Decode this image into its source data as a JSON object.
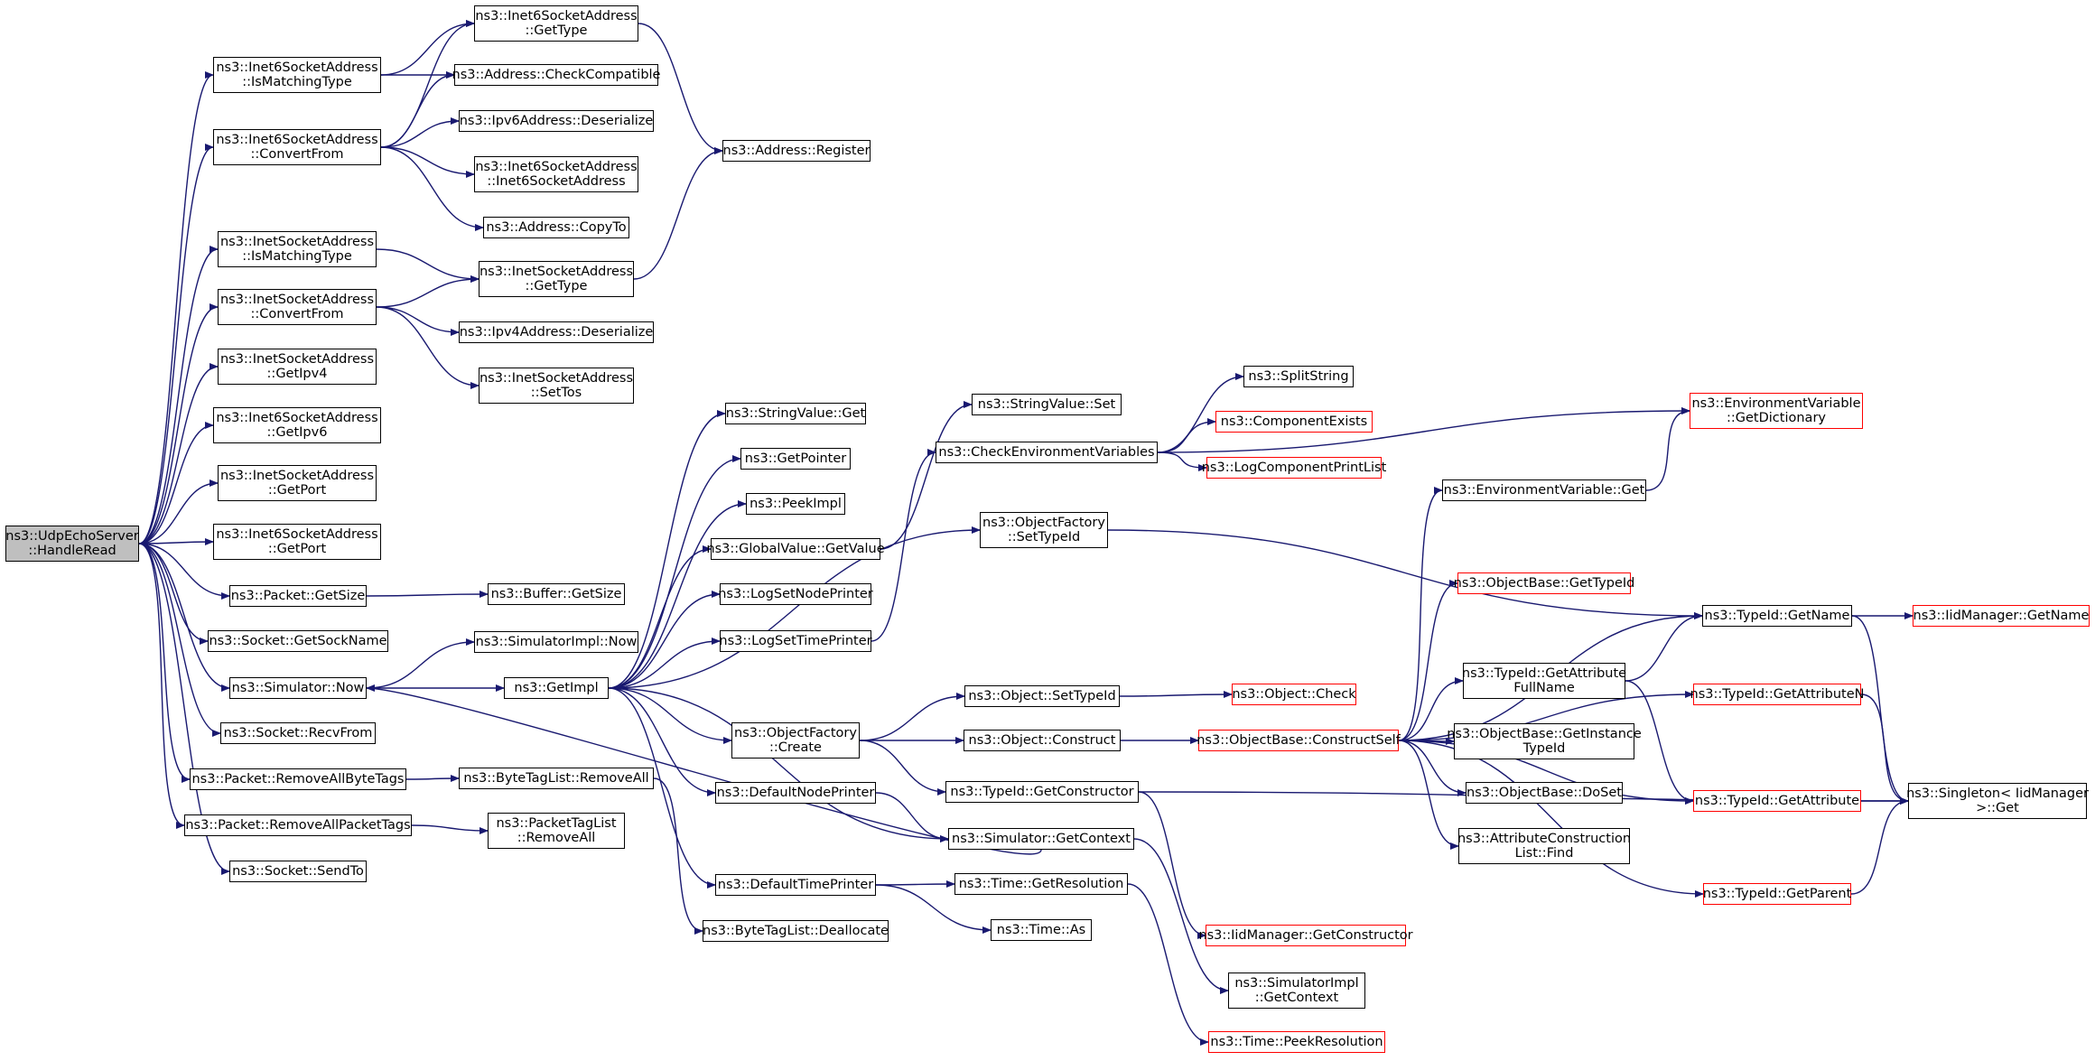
{
  "graph": {
    "colors": {
      "edge": "#191970",
      "box_border": "#000000",
      "missing_border": "#ff0000",
      "root_fill": "#bfbfbf"
    },
    "nodes": [
      {
        "id": "root",
        "lines": [
          "ns3::UdpEchoServer",
          "::HandleRead"
        ],
        "style": "root"
      },
      {
        "id": "i6_ismatch",
        "lines": [
          "ns3::Inet6SocketAddress",
          "::IsMatchingType"
        ]
      },
      {
        "id": "i6_convert",
        "lines": [
          "ns3::Inet6SocketAddress",
          "::ConvertFrom"
        ]
      },
      {
        "id": "i4_ismatch",
        "lines": [
          "ns3::InetSocketAddress",
          "::IsMatchingType"
        ]
      },
      {
        "id": "i4_convert",
        "lines": [
          "ns3::InetSocketAddress",
          "::ConvertFrom"
        ]
      },
      {
        "id": "i4_getipv4",
        "lines": [
          "ns3::InetSocketAddress",
          "::GetIpv4"
        ]
      },
      {
        "id": "i6_getipv6",
        "lines": [
          "ns3::Inet6SocketAddress",
          "::GetIpv6"
        ]
      },
      {
        "id": "i4_getport",
        "lines": [
          "ns3::InetSocketAddress",
          "::GetPort"
        ]
      },
      {
        "id": "i6_getport",
        "lines": [
          "ns3::Inet6SocketAddress",
          "::GetPort"
        ]
      },
      {
        "id": "pkt_getsize",
        "lines": [
          "ns3::Packet::GetSize"
        ]
      },
      {
        "id": "sock_getsockname",
        "lines": [
          "ns3::Socket::GetSockName"
        ]
      },
      {
        "id": "sim_now",
        "lines": [
          "ns3::Simulator::Now"
        ]
      },
      {
        "id": "sock_recvfrom",
        "lines": [
          "ns3::Socket::RecvFrom"
        ]
      },
      {
        "id": "pkt_rmbytetags",
        "lines": [
          "ns3::Packet::RemoveAllByteTags"
        ]
      },
      {
        "id": "pkt_rmpackettags",
        "lines": [
          "ns3::Packet::RemoveAllPacketTags"
        ]
      },
      {
        "id": "sock_sendto",
        "lines": [
          "ns3::Socket::SendTo"
        ]
      },
      {
        "id": "i6_gettype",
        "lines": [
          "ns3::Inet6SocketAddress",
          "::GetType"
        ]
      },
      {
        "id": "addr_checkcompat",
        "lines": [
          "ns3::Address::CheckCompatible"
        ]
      },
      {
        "id": "ipv6_deser",
        "lines": [
          "ns3::Ipv6Address::Deserialize"
        ]
      },
      {
        "id": "i6_ctor",
        "lines": [
          "ns3::Inet6SocketAddress",
          "::Inet6SocketAddress"
        ]
      },
      {
        "id": "addr_copyto",
        "lines": [
          "ns3::Address::CopyTo"
        ]
      },
      {
        "id": "i4_gettype",
        "lines": [
          "ns3::InetSocketAddress",
          "::GetType"
        ]
      },
      {
        "id": "ipv4_deser",
        "lines": [
          "ns3::Ipv4Address::Deserialize"
        ]
      },
      {
        "id": "i4_settos",
        "lines": [
          "ns3::InetSocketAddress",
          "::SetTos"
        ]
      },
      {
        "id": "addr_register",
        "lines": [
          "ns3::Address::Register"
        ]
      },
      {
        "id": "buf_getsize",
        "lines": [
          "ns3::Buffer::GetSize"
        ]
      },
      {
        "id": "simimpl_now",
        "lines": [
          "ns3::SimulatorImpl::Now"
        ]
      },
      {
        "id": "getimpl",
        "lines": [
          "ns3::GetImpl"
        ]
      },
      {
        "id": "btl_removeall",
        "lines": [
          "ns3::ByteTagList::RemoveAll"
        ]
      },
      {
        "id": "ptl_removeall",
        "lines": [
          "ns3::PacketTagList",
          "::RemoveAll"
        ]
      },
      {
        "id": "btl_dealloc",
        "lines": [
          "ns3::ByteTagList::Deallocate"
        ]
      },
      {
        "id": "sv_get",
        "lines": [
          "ns3::StringValue::Get"
        ]
      },
      {
        "id": "getpointer",
        "lines": [
          "ns3::GetPointer"
        ]
      },
      {
        "id": "peekimpl",
        "lines": [
          "ns3::PeekImpl"
        ]
      },
      {
        "id": "gv_getvalue",
        "lines": [
          "ns3::GlobalValue::GetValue"
        ]
      },
      {
        "id": "logsetnodeprinter",
        "lines": [
          "ns3::LogSetNodePrinter"
        ]
      },
      {
        "id": "logsettimeprinter",
        "lines": [
          "ns3::LogSetTimePrinter"
        ]
      },
      {
        "id": "of_create",
        "lines": [
          "ns3::ObjectFactory",
          "::Create"
        ]
      },
      {
        "id": "defnodeprinter",
        "lines": [
          "ns3::DefaultNodePrinter"
        ]
      },
      {
        "id": "deftimeprinter",
        "lines": [
          "ns3::DefaultTimePrinter"
        ]
      },
      {
        "id": "sv_set",
        "lines": [
          "ns3::StringValue::Set"
        ]
      },
      {
        "id": "checkenv",
        "lines": [
          "ns3::CheckEnvironmentVariables"
        ]
      },
      {
        "id": "of_settypeid",
        "lines": [
          "ns3::ObjectFactory",
          "::SetTypeId"
        ]
      },
      {
        "id": "obj_settypeid",
        "lines": [
          "ns3::Object::SetTypeId"
        ]
      },
      {
        "id": "obj_construct",
        "lines": [
          "ns3::Object::Construct"
        ]
      },
      {
        "id": "tid_getctor",
        "lines": [
          "ns3::TypeId::GetConstructor"
        ]
      },
      {
        "id": "sim_getcontext",
        "lines": [
          "ns3::Simulator::GetContext"
        ]
      },
      {
        "id": "time_getres",
        "lines": [
          "ns3::Time::GetResolution"
        ]
      },
      {
        "id": "time_as",
        "lines": [
          "ns3::Time::As"
        ]
      },
      {
        "id": "splitstring",
        "lines": [
          "ns3::SplitString"
        ]
      },
      {
        "id": "compexists",
        "lines": [
          "ns3::ComponentExists"
        ],
        "style": "red"
      },
      {
        "id": "logcompprint",
        "lines": [
          "ns3::LogComponentPrintList"
        ],
        "style": "red"
      },
      {
        "id": "obj_check",
        "lines": [
          "ns3::Object::Check"
        ],
        "style": "red"
      },
      {
        "id": "ob_constructself",
        "lines": [
          "ns3::ObjectBase::ConstructSelf"
        ],
        "style": "red"
      },
      {
        "id": "iid_getctor",
        "lines": [
          "ns3::IidManager::GetConstructor"
        ],
        "style": "red"
      },
      {
        "id": "simimpl_getctx",
        "lines": [
          "ns3::SimulatorImpl",
          "::GetContext"
        ]
      },
      {
        "id": "time_peekres",
        "lines": [
          "ns3::Time::PeekResolution"
        ],
        "style": "red"
      },
      {
        "id": "envvar_get",
        "lines": [
          "ns3::EnvironmentVariable::Get"
        ]
      },
      {
        "id": "ob_gettypeid",
        "lines": [
          "ns3::ObjectBase::GetTypeId"
        ],
        "style": "red"
      },
      {
        "id": "tid_getattrfull",
        "lines": [
          "ns3::TypeId::GetAttribute",
          "FullName"
        ]
      },
      {
        "id": "ob_getinsttypeid",
        "lines": [
          "ns3::ObjectBase::GetInstance",
          "TypeId"
        ]
      },
      {
        "id": "ob_doset",
        "lines": [
          "ns3::ObjectBase::DoSet"
        ]
      },
      {
        "id": "acl_find",
        "lines": [
          "ns3::AttributeConstruction",
          "List::Find"
        ]
      },
      {
        "id": "envvar_getdict",
        "lines": [
          "ns3::EnvironmentVariable",
          "::GetDictionary"
        ],
        "style": "red"
      },
      {
        "id": "tid_getname",
        "lines": [
          "ns3::TypeId::GetName"
        ]
      },
      {
        "id": "tid_getattrn",
        "lines": [
          "ns3::TypeId::GetAttributeN"
        ],
        "style": "red"
      },
      {
        "id": "tid_getattr",
        "lines": [
          "ns3::TypeId::GetAttribute"
        ],
        "style": "red"
      },
      {
        "id": "tid_getparent",
        "lines": [
          "ns3::TypeId::GetParent"
        ],
        "style": "red"
      },
      {
        "id": "iid_getname",
        "lines": [
          "ns3::IidManager::GetName"
        ],
        "style": "red"
      },
      {
        "id": "singleton_get",
        "lines": [
          "ns3::Singleton< IidManager",
          " >::Get"
        ]
      }
    ],
    "edges": [
      [
        "root",
        "i6_ismatch"
      ],
      [
        "root",
        "i6_convert"
      ],
      [
        "root",
        "i4_ismatch"
      ],
      [
        "root",
        "i4_convert"
      ],
      [
        "root",
        "i4_getipv4"
      ],
      [
        "root",
        "i6_getipv6"
      ],
      [
        "root",
        "i4_getport"
      ],
      [
        "root",
        "i6_getport"
      ],
      [
        "root",
        "pkt_getsize"
      ],
      [
        "root",
        "sock_getsockname"
      ],
      [
        "root",
        "sim_now"
      ],
      [
        "root",
        "sock_recvfrom"
      ],
      [
        "root",
        "pkt_rmbytetags"
      ],
      [
        "root",
        "pkt_rmpackettags"
      ],
      [
        "root",
        "sock_sendto"
      ],
      [
        "i6_ismatch",
        "i6_gettype"
      ],
      [
        "i6_ismatch",
        "addr_checkcompat"
      ],
      [
        "i6_convert",
        "i6_gettype"
      ],
      [
        "i6_convert",
        "addr_checkcompat"
      ],
      [
        "i6_convert",
        "ipv6_deser"
      ],
      [
        "i6_convert",
        "i6_ctor"
      ],
      [
        "i6_convert",
        "addr_copyto"
      ],
      [
        "i4_ismatch",
        "i4_gettype"
      ],
      [
        "i4_convert",
        "i4_gettype"
      ],
      [
        "i4_convert",
        "ipv4_deser"
      ],
      [
        "i4_convert",
        "i4_settos"
      ],
      [
        "i6_gettype",
        "addr_register"
      ],
      [
        "i4_gettype",
        "addr_register"
      ],
      [
        "pkt_getsize",
        "buf_getsize"
      ],
      [
        "sim_now",
        "simimpl_now"
      ],
      [
        "sim_now",
        "getimpl"
      ],
      [
        "pkt_rmbytetags",
        "btl_removeall"
      ],
      [
        "btl_removeall",
        "btl_dealloc"
      ],
      [
        "pkt_rmpackettags",
        "ptl_removeall"
      ],
      [
        "getimpl",
        "sv_get"
      ],
      [
        "getimpl",
        "getpointer"
      ],
      [
        "getimpl",
        "peekimpl"
      ],
      [
        "getimpl",
        "gv_getvalue"
      ],
      [
        "getimpl",
        "logsetnodeprinter"
      ],
      [
        "getimpl",
        "logsettimeprinter"
      ],
      [
        "getimpl",
        "of_create"
      ],
      [
        "getimpl",
        "defnodeprinter"
      ],
      [
        "getimpl",
        "deftimeprinter"
      ],
      [
        "getimpl",
        "of_settypeid"
      ],
      [
        "getimpl",
        "sim_getcontext"
      ],
      [
        "sim_getcontext",
        "sim_now"
      ],
      [
        "gv_getvalue",
        "sv_set"
      ],
      [
        "logsettimeprinter",
        "checkenv"
      ],
      [
        "checkenv",
        "splitstring"
      ],
      [
        "checkenv",
        "compexists"
      ],
      [
        "checkenv",
        "logcompprint"
      ],
      [
        "checkenv",
        "envvar_getdict"
      ],
      [
        "of_settypeid",
        "tid_getname"
      ],
      [
        "of_create",
        "obj_settypeid"
      ],
      [
        "of_create",
        "obj_construct"
      ],
      [
        "of_create",
        "tid_getctor"
      ],
      [
        "obj_settypeid",
        "obj_check"
      ],
      [
        "obj_construct",
        "ob_constructself"
      ],
      [
        "tid_getctor",
        "iid_getctor"
      ],
      [
        "tid_getctor",
        "singleton_get"
      ],
      [
        "defnodeprinter",
        "sim_getcontext"
      ],
      [
        "sim_getcontext",
        "simimpl_getctx"
      ],
      [
        "deftimeprinter",
        "time_getres"
      ],
      [
        "deftimeprinter",
        "time_as"
      ],
      [
        "time_getres",
        "time_peekres"
      ],
      [
        "ob_constructself",
        "envvar_get"
      ],
      [
        "ob_constructself",
        "ob_gettypeid"
      ],
      [
        "ob_constructself",
        "tid_getname"
      ],
      [
        "ob_constructself",
        "tid_getattrfull"
      ],
      [
        "ob_constructself",
        "ob_getinsttypeid"
      ],
      [
        "ob_constructself",
        "ob_doset"
      ],
      [
        "ob_constructself",
        "acl_find"
      ],
      [
        "ob_constructself",
        "tid_getattrn"
      ],
      [
        "ob_constructself",
        "tid_getattr"
      ],
      [
        "ob_constructself",
        "tid_getparent"
      ],
      [
        "envvar_get",
        "envvar_getdict"
      ],
      [
        "tid_getattrfull",
        "tid_getname"
      ],
      [
        "tid_getattrfull",
        "tid_getattr"
      ],
      [
        "tid_getname",
        "iid_getname"
      ],
      [
        "tid_getname",
        "singleton_get"
      ],
      [
        "tid_getattrn",
        "singleton_get"
      ],
      [
        "tid_getattr",
        "singleton_get"
      ],
      [
        "tid_getparent",
        "singleton_get"
      ]
    ]
  }
}
